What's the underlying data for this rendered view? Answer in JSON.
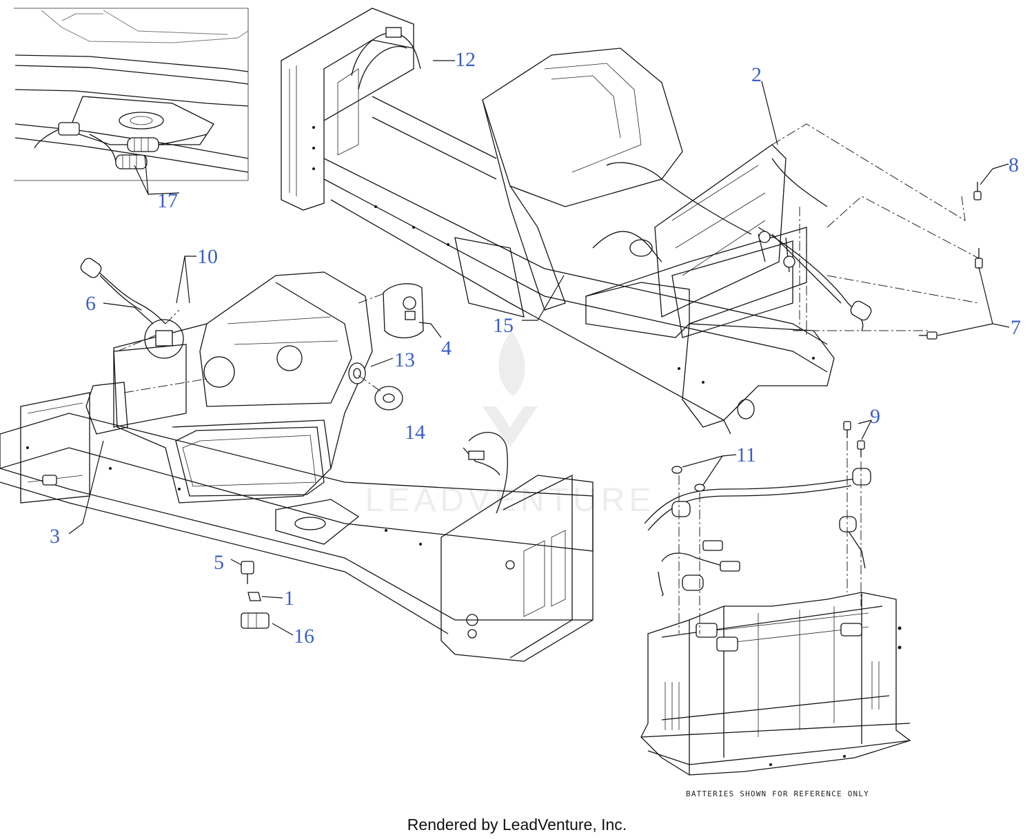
{
  "callouts": [
    {
      "id": "1",
      "label": "1"
    },
    {
      "id": "2",
      "label": "2"
    },
    {
      "id": "3",
      "label": "3"
    },
    {
      "id": "4",
      "label": "4"
    },
    {
      "id": "5",
      "label": "5"
    },
    {
      "id": "6",
      "label": "6"
    },
    {
      "id": "7",
      "label": "7"
    },
    {
      "id": "8",
      "label": "8"
    },
    {
      "id": "9",
      "label": "9"
    },
    {
      "id": "10",
      "label": "10"
    },
    {
      "id": "11",
      "label": "11"
    },
    {
      "id": "12",
      "label": "12"
    },
    {
      "id": "13",
      "label": "13"
    },
    {
      "id": "14",
      "label": "14"
    },
    {
      "id": "15",
      "label": "15"
    },
    {
      "id": "16",
      "label": "16"
    },
    {
      "id": "17",
      "label": "17"
    }
  ],
  "battery_note": "BATTERIES SHOWN FOR REFERENCE ONLY",
  "watermark": "LEADVENTURE",
  "footer": "Rendered by LeadVenture, Inc.",
  "colors": {
    "label": "#3b5fc9",
    "line": "#111111",
    "background": "#ffffff"
  }
}
